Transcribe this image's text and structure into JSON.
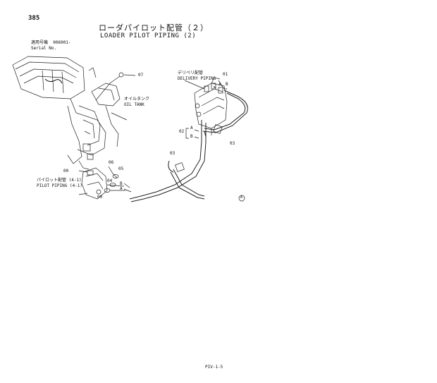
{
  "header": {
    "page_number": "385",
    "title_jp": "ローダパイロット配管（２）",
    "title_en": "LOADER PILOT PIPING (2)",
    "serial_label_jp": "適用号機",
    "serial_value": "006001-",
    "serial_label_en": "Serial No."
  },
  "labels": {
    "oil_tank_jp": "オイルタンク",
    "oil_tank_en": "OIL TANK",
    "delivery_jp": "デリベリ配管",
    "delivery_en": "DELIVERY PIPING",
    "pilot_jp": "パイロット配管 (4-1)",
    "pilot_en": "PILOT PIPING (4-1)"
  },
  "callouts": {
    "c07": "07",
    "c01": "01",
    "cA_top": "A",
    "cB_top": "B",
    "c02": "02",
    "cA_mid": "A",
    "cB_mid": "B",
    "c03_right": "03",
    "c03_left": "03",
    "c06": "06",
    "c05": "05",
    "c00_top": "00",
    "c00_bottom": "00",
    "c04": "04",
    "cB_hose": "B",
    "cA_hose": "A",
    "c_circle": "A"
  },
  "footer": {
    "page_ref": "PIV-1-5"
  }
}
